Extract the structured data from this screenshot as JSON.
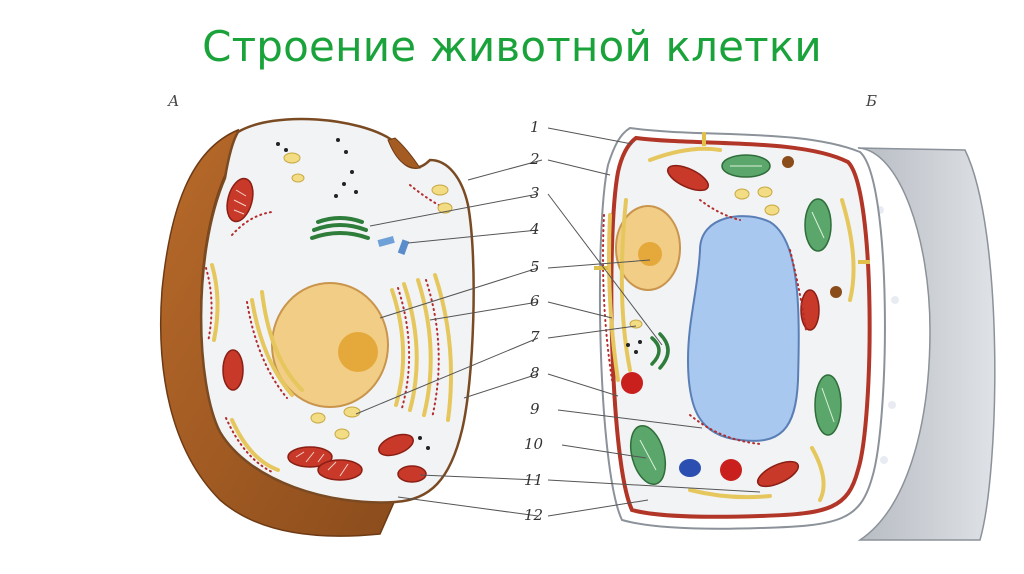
{
  "slide": {
    "title": "Строение животной клетки"
  },
  "panels": {
    "a": "А",
    "b": "Б"
  },
  "labels": [
    "1",
    "2",
    "3",
    "4",
    "5",
    "6",
    "7",
    "8",
    "9",
    "10",
    "11",
    "12"
  ],
  "colors": {
    "title": "#1aa33a",
    "cell_wall_brown": "#a55c22",
    "cytoplasm": "#f2f4f6",
    "nucleus": "#f1cd86",
    "nucleolus": "#e5a93b",
    "vacuole": "#a9c8ef",
    "mitochondria": "#c8392a",
    "chloroplast": "#5aa66b",
    "golgi": "#2f7d3a",
    "er_yellow": "#e6c75d",
    "plant_wall_gray": "#c9cdd3"
  }
}
